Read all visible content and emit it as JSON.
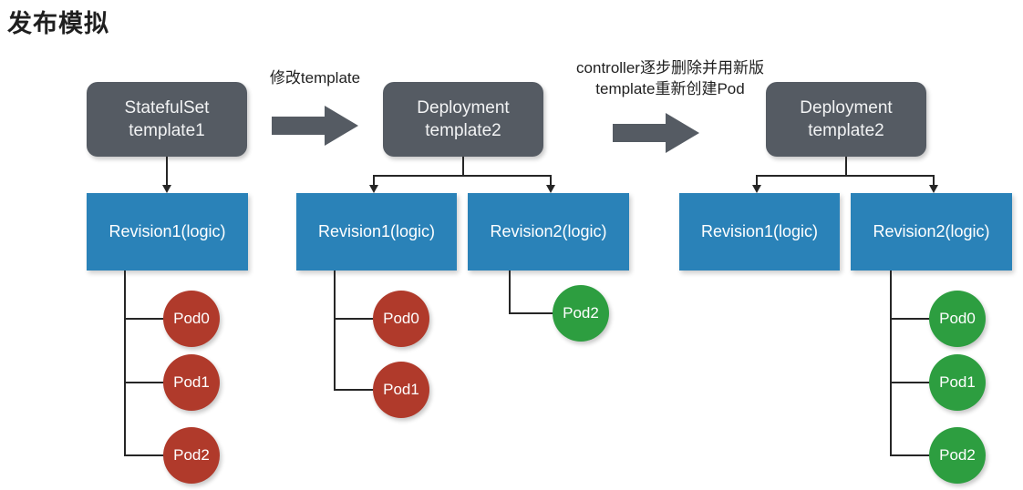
{
  "title": "发布模拟",
  "colors": {
    "template_box": "#555b63",
    "revision_box": "#2a82b8",
    "pod_red": "#b03a2b",
    "pod_green": "#2d9e40",
    "connector": "#262626",
    "arrow": "#555b63"
  },
  "steps": [
    {
      "caption": {
        "lines": [
          "修改template"
        ]
      },
      "arrow": "right-block-arrow"
    },
    {
      "caption": {
        "lines": [
          "controller逐步删除并用新版",
          "template重新创建Pod"
        ]
      },
      "arrow": "right-block-arrow"
    }
  ],
  "groups": [
    {
      "id": "stage-1",
      "template_box": {
        "lines": [
          "StatefulSet",
          "template1"
        ]
      },
      "revisions": [
        {
          "label": "Revision1(logic)",
          "pods": [
            {
              "label": "Pod0",
              "color": "red"
            },
            {
              "label": "Pod1",
              "color": "red"
            },
            {
              "label": "Pod2",
              "color": "red"
            }
          ]
        }
      ]
    },
    {
      "id": "stage-2",
      "template_box": {
        "lines": [
          "Deployment",
          "template2"
        ]
      },
      "revisions": [
        {
          "label": "Revision1(logic)",
          "pods": [
            {
              "label": "Pod0",
              "color": "red"
            },
            {
              "label": "Pod1",
              "color": "red"
            }
          ]
        },
        {
          "label": "Revision2(logic)",
          "pods": [
            {
              "label": "Pod2",
              "color": "green"
            }
          ]
        }
      ]
    },
    {
      "id": "stage-3",
      "template_box": {
        "lines": [
          "Deployment",
          "template2"
        ]
      },
      "revisions": [
        {
          "label": "Revision1(logic)",
          "pods": []
        },
        {
          "label": "Revision2(logic)",
          "pods": [
            {
              "label": "Pod0",
              "color": "green"
            },
            {
              "label": "Pod1",
              "color": "green"
            },
            {
              "label": "Pod2",
              "color": "green"
            }
          ]
        }
      ]
    }
  ]
}
